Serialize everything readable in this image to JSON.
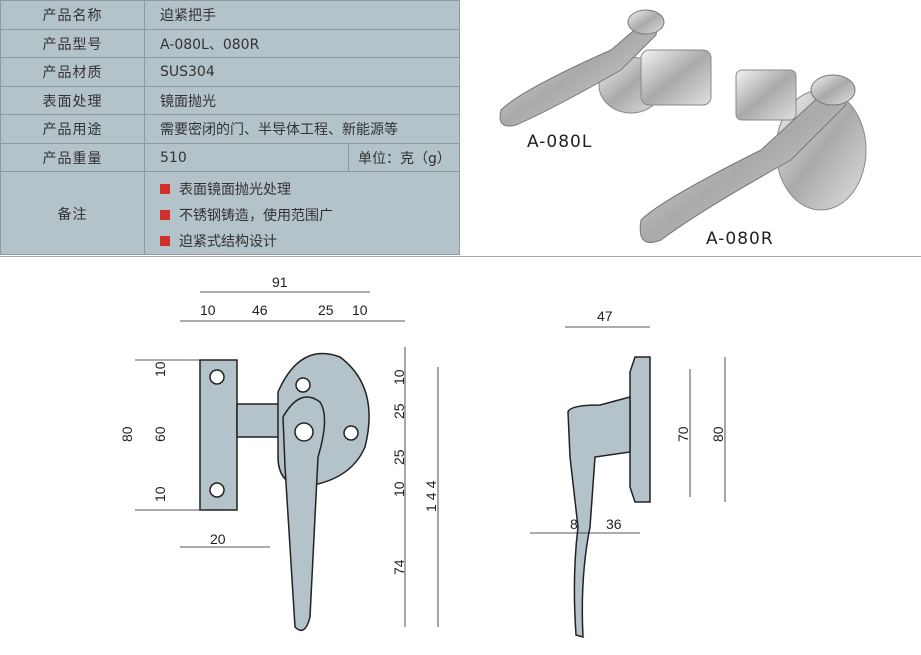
{
  "spec_table": {
    "rows": [
      {
        "label": "产品名称",
        "value": "迫紧把手"
      },
      {
        "label": "产品型号",
        "value": "A-080L、080R"
      },
      {
        "label": "产品材质",
        "value": "SUS304"
      },
      {
        "label": "表面处理",
        "value": "镜面抛光"
      },
      {
        "label": "产品用途",
        "value": "需要密闭的门、半导体工程、新能源等"
      },
      {
        "label": "产品重量",
        "value": "510",
        "unit": "单位：克（g）"
      }
    ],
    "notes_label": "备注",
    "notes": [
      "表面镜面抛光处理",
      "不锈钢铸造，使用范围广",
      "迫紧式结构设计"
    ],
    "bullet_color": "#d2302a"
  },
  "photo": {
    "label_left": "A-080L",
    "label_right": "A-080R"
  },
  "drawing_front": {
    "dims": [
      "91",
      "10",
      "46",
      "25",
      "10",
      "10",
      "60",
      "10",
      "80",
      "20",
      "10",
      "25",
      "25",
      "10",
      "74",
      "144"
    ]
  },
  "drawing_side": {
    "dims": [
      "47",
      "70",
      "80",
      "8",
      "36"
    ]
  }
}
